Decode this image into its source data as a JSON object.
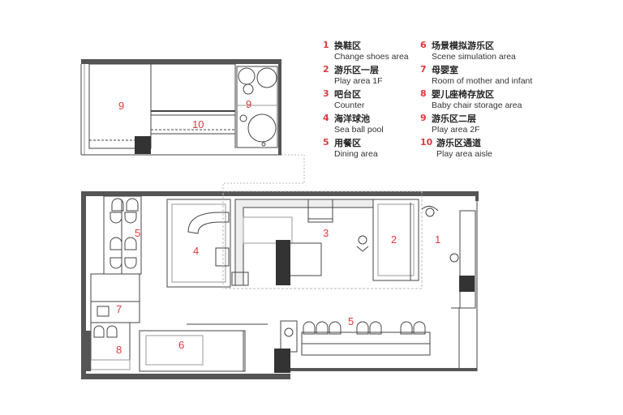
{
  "colors": {
    "accent": "#e0393e",
    "wall": "#555555",
    "line": "#444444",
    "fill_dark": "#333333"
  },
  "plan_labels": {
    "upper": {
      "play_a": "9",
      "aisle": "10",
      "play_b": "9"
    },
    "lower": {
      "area1": "1",
      "area2": "2",
      "area3": "3",
      "area4": "4",
      "area5a": "5",
      "area5b": "5",
      "area6": "6",
      "area7": "7",
      "area8": "8"
    }
  },
  "legend": [
    {
      "num": "1",
      "zh": "换鞋区",
      "en": "Change shoes area"
    },
    {
      "num": "2",
      "zh": "游乐区一层",
      "en": "Play area 1F"
    },
    {
      "num": "3",
      "zh": "吧台区",
      "en": "Counter"
    },
    {
      "num": "4",
      "zh": "海洋球池",
      "en": "Sea ball pool"
    },
    {
      "num": "5",
      "zh": "用餐区",
      "en": "Dining area"
    },
    {
      "num": "6",
      "zh": "场景模拟游乐区",
      "en": "Scene simulation area"
    },
    {
      "num": "7",
      "zh": "母婴室",
      "en": "Room of mother and infant"
    },
    {
      "num": "8",
      "zh": "婴儿座椅存放区",
      "en": "Baby chair storage area"
    },
    {
      "num": "9",
      "zh": "游乐区二层",
      "en": "Play area 2F"
    },
    {
      "num": "10",
      "zh": "游乐区通道",
      "en": "Play area aisle"
    }
  ]
}
